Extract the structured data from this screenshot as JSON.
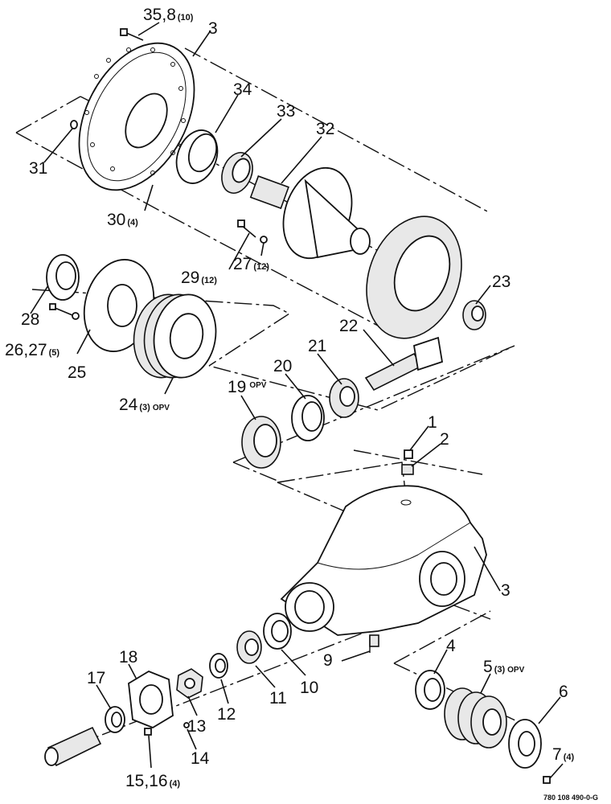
{
  "drawing_number": "780 108 490-0-G",
  "callouts": [
    {
      "num": "35,8",
      "qty": "(10)",
      "opv": ""
    },
    {
      "num": "3",
      "qty": "",
      "opv": ""
    },
    {
      "num": "34",
      "qty": "",
      "opv": ""
    },
    {
      "num": "33",
      "qty": "",
      "opv": ""
    },
    {
      "num": "32",
      "qty": "",
      "opv": ""
    },
    {
      "num": "31",
      "qty": "",
      "opv": ""
    },
    {
      "num": "30",
      "qty": "(4)",
      "opv": ""
    },
    {
      "num": "29",
      "qty": "(12)",
      "opv": ""
    },
    {
      "num": "27",
      "qty": "(12)",
      "opv": ""
    },
    {
      "num": "28",
      "qty": "",
      "opv": ""
    },
    {
      "num": "26,27",
      "qty": "(5)",
      "opv": ""
    },
    {
      "num": "25",
      "qty": "",
      "opv": ""
    },
    {
      "num": "24",
      "qty": "(3)",
      "opv": "OPV"
    },
    {
      "num": "23",
      "qty": "",
      "opv": ""
    },
    {
      "num": "22",
      "qty": "",
      "opv": ""
    },
    {
      "num": "21",
      "qty": "",
      "opv": ""
    },
    {
      "num": "20",
      "qty": "",
      "opv": ""
    },
    {
      "num": "19",
      "qty": "",
      "opv": "OPV"
    },
    {
      "num": "1",
      "qty": "",
      "opv": ""
    },
    {
      "num": "2",
      "qty": "",
      "opv": ""
    },
    {
      "num": "3",
      "qty": "",
      "opv": ""
    },
    {
      "num": "9",
      "qty": "",
      "opv": ""
    },
    {
      "num": "4",
      "qty": "",
      "opv": ""
    },
    {
      "num": "5",
      "qty": "(3)",
      "opv": "OPV"
    },
    {
      "num": "6",
      "qty": "",
      "opv": ""
    },
    {
      "num": "7",
      "qty": "(4)",
      "opv": ""
    },
    {
      "num": "18",
      "qty": "",
      "opv": ""
    },
    {
      "num": "17",
      "qty": "",
      "opv": ""
    },
    {
      "num": "13",
      "qty": "",
      "opv": ""
    },
    {
      "num": "12",
      "qty": "",
      "opv": ""
    },
    {
      "num": "11",
      "qty": "",
      "opv": ""
    },
    {
      "num": "10",
      "qty": "",
      "opv": ""
    },
    {
      "num": "14",
      "qty": "",
      "opv": ""
    },
    {
      "num": "15,16",
      "qty": "(4)",
      "opv": ""
    }
  ]
}
